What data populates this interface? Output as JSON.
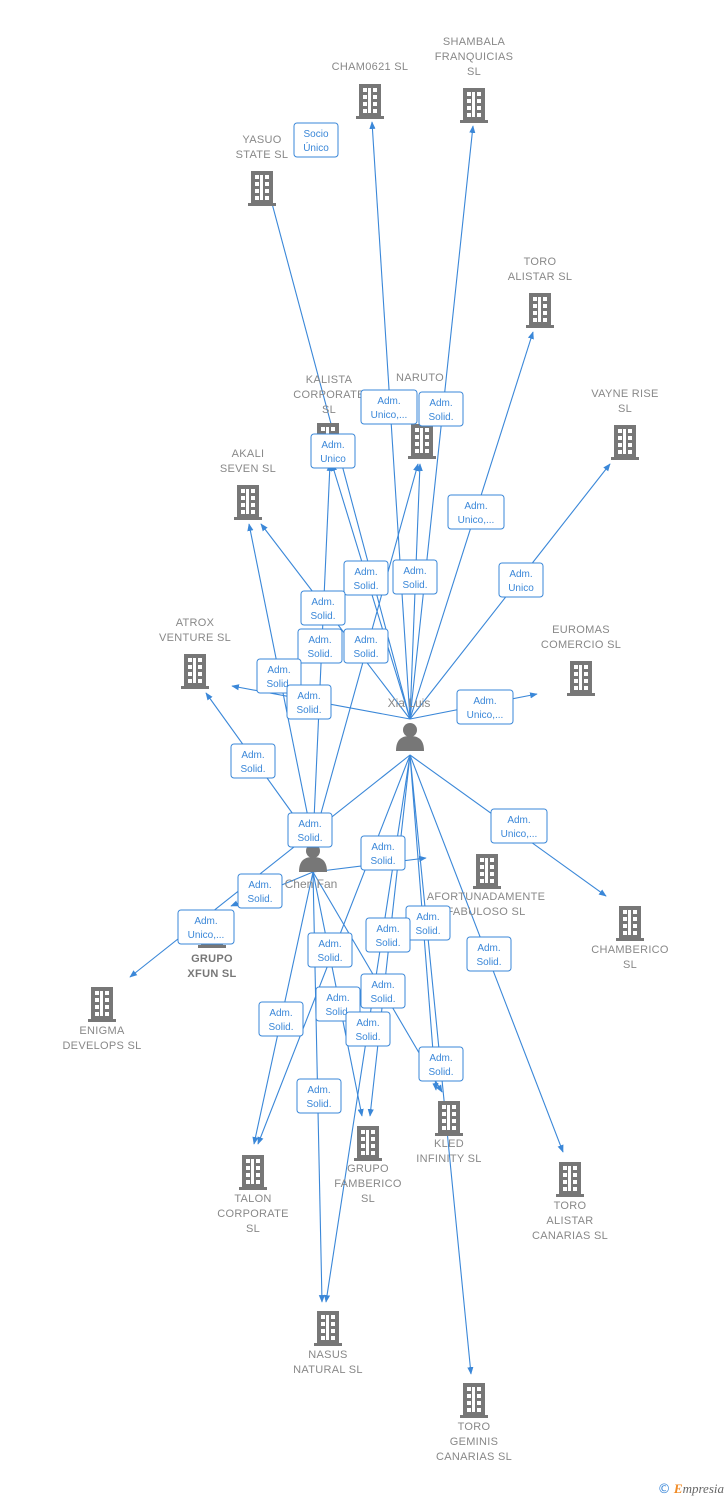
{
  "colors": {
    "edge": "#3a87d8",
    "company": "#777777",
    "highlight": "#e8623a",
    "person": "#777777"
  },
  "persons": [
    {
      "id": "xia",
      "name": "Xia Luis",
      "icon": "person-icon"
    },
    {
      "id": "chen",
      "name": "Chen Fan",
      "icon": "person-icon"
    }
  ],
  "companies": [
    {
      "id": "cham",
      "lines": [
        "CHAM0621  SL"
      ]
    },
    {
      "id": "shambala",
      "lines": [
        "SHAMBALA",
        "FRANQUICIAS",
        "SL"
      ]
    },
    {
      "id": "yasuo",
      "lines": [
        "YASUO",
        "STATE  SL"
      ]
    },
    {
      "id": "toroalistar",
      "lines": [
        "TORO",
        "ALISTAR  SL"
      ]
    },
    {
      "id": "kalista",
      "lines": [
        "KALISTA",
        "CORPORATE",
        "SL"
      ]
    },
    {
      "id": "naruto",
      "lines": [
        "NARUTO"
      ]
    },
    {
      "id": "vayne",
      "lines": [
        "VAYNE RISE",
        "SL"
      ]
    },
    {
      "id": "akali",
      "lines": [
        "AKALI",
        "SEVEN  SL"
      ]
    },
    {
      "id": "atrox",
      "lines": [
        "ATROX",
        "VENTURE  SL"
      ]
    },
    {
      "id": "euromas",
      "lines": [
        "EUROMAS",
        "COMERCIO  SL"
      ]
    },
    {
      "id": "afortunadamente",
      "lines": [
        "AFORTUNADAMENTE",
        "FABULOSO  SL"
      ]
    },
    {
      "id": "grupoxfun",
      "lines": [
        "GRUPO",
        "XFUN  SL"
      ],
      "highlight": true
    },
    {
      "id": "chamberico",
      "lines": [
        "CHAMBERICO",
        "SL"
      ]
    },
    {
      "id": "enigma",
      "lines": [
        "ENIGMA",
        "DEVELOPS  SL"
      ]
    },
    {
      "id": "kled",
      "lines": [
        "KLED",
        "INFINITY  SL"
      ]
    },
    {
      "id": "fambericos",
      "lines": [
        "GRUPO",
        "FAMBERICO",
        "SL"
      ]
    },
    {
      "id": "talon",
      "lines": [
        "TALON",
        "CORPORATE",
        "SL"
      ]
    },
    {
      "id": "toroalistarcan",
      "lines": [
        "TORO",
        "ALISTAR",
        "CANARIAS  SL"
      ]
    },
    {
      "id": "nasus",
      "lines": [
        "NASUS",
        "NATURAL  SL"
      ]
    },
    {
      "id": "torogeminis",
      "lines": [
        "TORO",
        "GEMINIS",
        "CANARIAS  SL"
      ]
    }
  ],
  "edge_labels": [
    {
      "id": "l1",
      "lines": [
        "Socio",
        "Único"
      ]
    },
    {
      "id": "l2",
      "lines": [
        "Adm.",
        "Unico,..."
      ]
    },
    {
      "id": "l3",
      "lines": [
        "Adm.",
        "Solid."
      ]
    },
    {
      "id": "l4",
      "lines": [
        "Adm.",
        "Unico"
      ]
    },
    {
      "id": "l5",
      "lines": [
        "Adm.",
        "Unico,..."
      ]
    },
    {
      "id": "l6",
      "lines": [
        "Adm.",
        "Unico"
      ]
    },
    {
      "id": "l7",
      "lines": [
        "Adm.",
        "Solid."
      ]
    },
    {
      "id": "l8",
      "lines": [
        "Adm.",
        "Solid."
      ]
    },
    {
      "id": "l9",
      "lines": [
        "Adm.",
        "Solid."
      ]
    },
    {
      "id": "l10",
      "lines": [
        "Adm.",
        "Solid."
      ]
    },
    {
      "id": "l11",
      "lines": [
        "Adm.",
        "Solid."
      ]
    },
    {
      "id": "l12",
      "lines": [
        "Adm.",
        "Solid."
      ]
    },
    {
      "id": "l13",
      "lines": [
        "Adm.",
        "Solid."
      ]
    },
    {
      "id": "l14",
      "lines": [
        "Adm.",
        "Unico,..."
      ]
    },
    {
      "id": "l15",
      "lines": [
        "Adm.",
        "Solid."
      ]
    },
    {
      "id": "l16",
      "lines": [
        "Adm.",
        "Solid."
      ]
    },
    {
      "id": "l17",
      "lines": [
        "Adm.",
        "Unico,..."
      ]
    },
    {
      "id": "l18",
      "lines": [
        "Adm.",
        "Solid."
      ]
    },
    {
      "id": "l19",
      "lines": [
        "Adm.",
        "Solid."
      ]
    },
    {
      "id": "l20",
      "lines": [
        "Adm.",
        "Unico,..."
      ]
    },
    {
      "id": "l21",
      "lines": [
        "Adm.",
        "Solid."
      ]
    },
    {
      "id": "l22",
      "lines": [
        "Adm.",
        "Solid."
      ]
    },
    {
      "id": "l23",
      "lines": [
        "Adm.",
        "Solid."
      ]
    },
    {
      "id": "l24",
      "lines": [
        "Adm.",
        "Solid."
      ]
    },
    {
      "id": "l25",
      "lines": [
        "Adm.",
        "Solid."
      ]
    },
    {
      "id": "l26",
      "lines": [
        "Adm.",
        "Solid."
      ]
    },
    {
      "id": "l27",
      "lines": [
        "Adm.",
        "Solid."
      ]
    },
    {
      "id": "l28",
      "lines": [
        "Adm.",
        "Solid."
      ]
    },
    {
      "id": "l29",
      "lines": [
        "Adm.",
        "Solid."
      ]
    },
    {
      "id": "l30",
      "lines": [
        "Adm.",
        "Solid."
      ]
    },
    {
      "id": "l31",
      "lines": [
        "Adm.",
        "Solid."
      ]
    }
  ],
  "footer": {
    "copyright": "©",
    "brand_initial": "E",
    "brand_rest": "mpresia"
  }
}
